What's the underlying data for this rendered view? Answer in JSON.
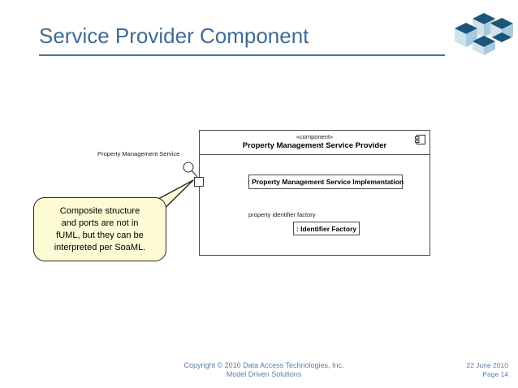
{
  "slide": {
    "title": "Service Provider Component",
    "accent_color": "#3f6c95",
    "rule_color": "#4a7096"
  },
  "logo": {
    "name": "isometric-cubes-logo",
    "dark_color": "#1b5579",
    "light_color": "#a8cade"
  },
  "diagram": {
    "component": {
      "stereotype": "«component»",
      "name": "Property Management Service Provider",
      "icon_name": "uml-component-icon"
    },
    "parts": [
      {
        "label": ": Property Management Service Implementation"
      },
      {
        "label": ": Identifier Factory"
      }
    ],
    "role_label": "property identifier factory",
    "interface_label": "Property Management Service",
    "port_name": "component-port"
  },
  "callout": {
    "text": "Composite structure\nand ports are not in\nfUML, but they can be\ninterpreted per SoaML.",
    "fill_color": "#fdfbd4",
    "border_color": "#262626"
  },
  "footer": {
    "copyright_line1": "Copyright © 2010 Data Access Technologies, Inc.",
    "copyright_line2": "Model Driven Solutions",
    "date": "22 June 2010",
    "page": "Page 14",
    "text_color": "#5b7fa6"
  }
}
